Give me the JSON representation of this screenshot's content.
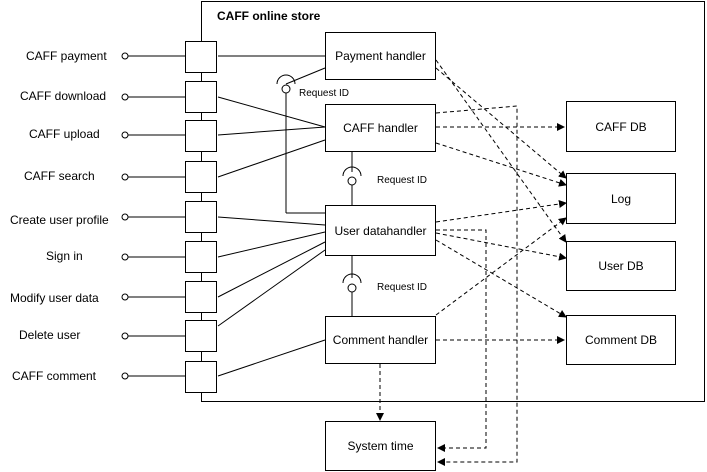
{
  "container": {
    "title": "CAFF online store"
  },
  "external_interfaces": [
    "CAFF payment",
    "CAFF download",
    "CAFF upload",
    "CAFF search",
    "Create user profile",
    "Sign in",
    "Modify user data",
    "Delete user",
    "CAFF comment"
  ],
  "components": {
    "payment_handler": "Payment handler",
    "caff_handler": "CAFF handler",
    "user_datahandler": "User datahandler",
    "comment_handler": "Comment handler",
    "system_time": "System time"
  },
  "stores": {
    "caff_db": "CAFF DB",
    "log": "Log",
    "user_db": "User DB",
    "comment_db": "Comment DB"
  },
  "interface_labels": {
    "request_id_1": "Request ID",
    "request_id_2": "Request ID",
    "request_id_3": "Request ID"
  }
}
